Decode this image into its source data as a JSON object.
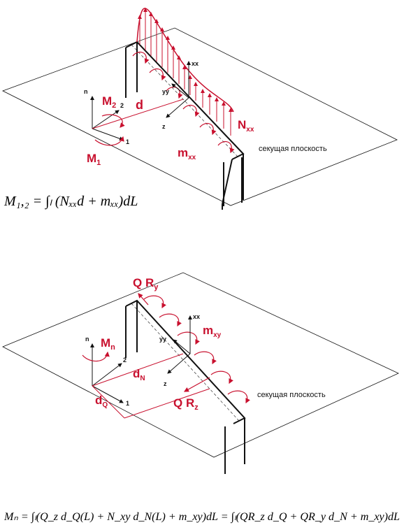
{
  "top": {
    "labels": {
      "n": "n",
      "M2": "M",
      "M2_sub": "2",
      "axis2": "2",
      "d": "d",
      "z": "z",
      "yy": "yy",
      "xx": "xx",
      "Nxx": "N",
      "Nxx_sub": "xx",
      "axis1": "1",
      "M1": "M",
      "M1_sub": "1",
      "mxx": "m",
      "mxx_sub": "xx"
    },
    "plane_caption": "секущая плоскость",
    "formula": "M₁,₂ = ∫ₗ (Nₓₓd + mₓₓ)dL"
  },
  "bottom": {
    "labels": {
      "QRy": "Q R",
      "QRy_sub": "y",
      "xx": "xx",
      "mxy": "m",
      "mxy_sub": "xy",
      "n": "n",
      "Mn": "M",
      "Mn_sub": "n",
      "yy": "yy",
      "axis2": "2",
      "dN": "d",
      "dN_sub": "N",
      "z": "z",
      "dQ": "d",
      "dQ_sub": "Q",
      "axis1": "1",
      "QRz": "Q R",
      "QRz_sub": "z"
    },
    "plane_caption": "секущая плоскость",
    "formula": "Mₙ = ∫ₗ(Q_z d_Q(L) + N_xy d_N(L) + m_xy)dL = ∫ₗ(QR_z d_Q + QR_y d_N + m_xy)dL"
  }
}
